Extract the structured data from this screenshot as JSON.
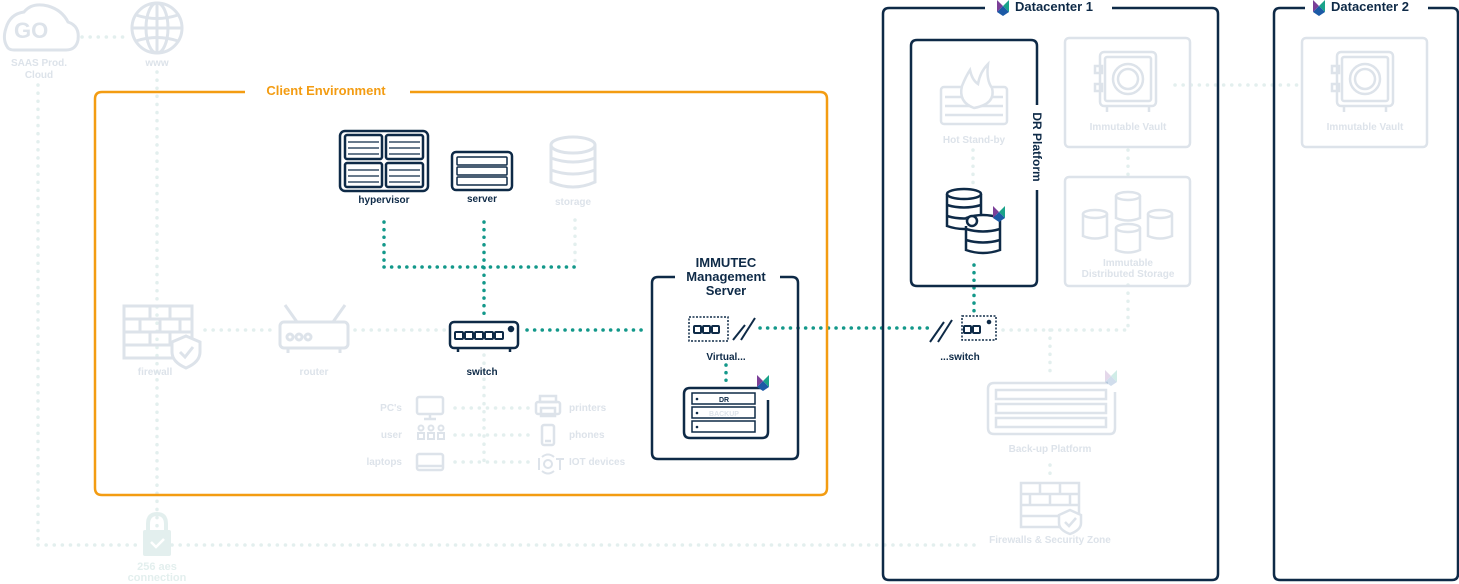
{
  "colors": {
    "navy": "#0e2a47",
    "teal": "#13988a",
    "orange": "#f39c12",
    "faint": "#dde3ea",
    "faint_teal": "#e3efee",
    "brand_purple": "#7b3f98",
    "brand_blue": "#1c5aa6",
    "brand_green": "#1aa38a"
  },
  "external": {
    "saas": {
      "line1": "SAAS Prod.",
      "line2": "Cloud",
      "icon": "cloud-go-icon"
    },
    "www": {
      "label": "www",
      "icon": "globe-icon"
    },
    "aes": {
      "line1": "256 aes",
      "line2": "connection",
      "icon": "lock-check-icon"
    }
  },
  "client_env": {
    "title": "Client Environment",
    "hypervisor": "hypervisor",
    "server": "server",
    "storage": "storage",
    "firewall": "firewall",
    "router": "router",
    "switch": "switch",
    "endpoints_left": [
      {
        "label": "PC's",
        "icon": "monitor-icon"
      },
      {
        "label": "user",
        "icon": "users-icon"
      },
      {
        "label": "laptops",
        "icon": "laptop-icon"
      }
    ],
    "endpoints_right": [
      {
        "label": "printers",
        "icon": "printer-icon"
      },
      {
        "label": "phones",
        "icon": "phone-icon"
      },
      {
        "label": "IOT devices",
        "icon": "iot-icon"
      }
    ]
  },
  "mgmt": {
    "title_line1": "IMMUTEC",
    "title_line2": "Management",
    "title_line3": "Server",
    "virtual": "Virtual...",
    "rack_rows": [
      "DR",
      "BACKUP",
      ""
    ]
  },
  "dc1": {
    "title": "Datacenter 1",
    "dr_platform": "DR Platform",
    "hot_standby": "Hot Stand-by",
    "vault": "Immutable Vault",
    "dist_storage_line1": "Immutable",
    "dist_storage_line2": "Distributed Storage",
    "switch": "...switch",
    "backup_platform": "Back-up Platform",
    "firewalls": "Firewalls & Security Zone"
  },
  "dc2": {
    "title": "Datacenter 2",
    "vault": "Immutable Vault"
  }
}
